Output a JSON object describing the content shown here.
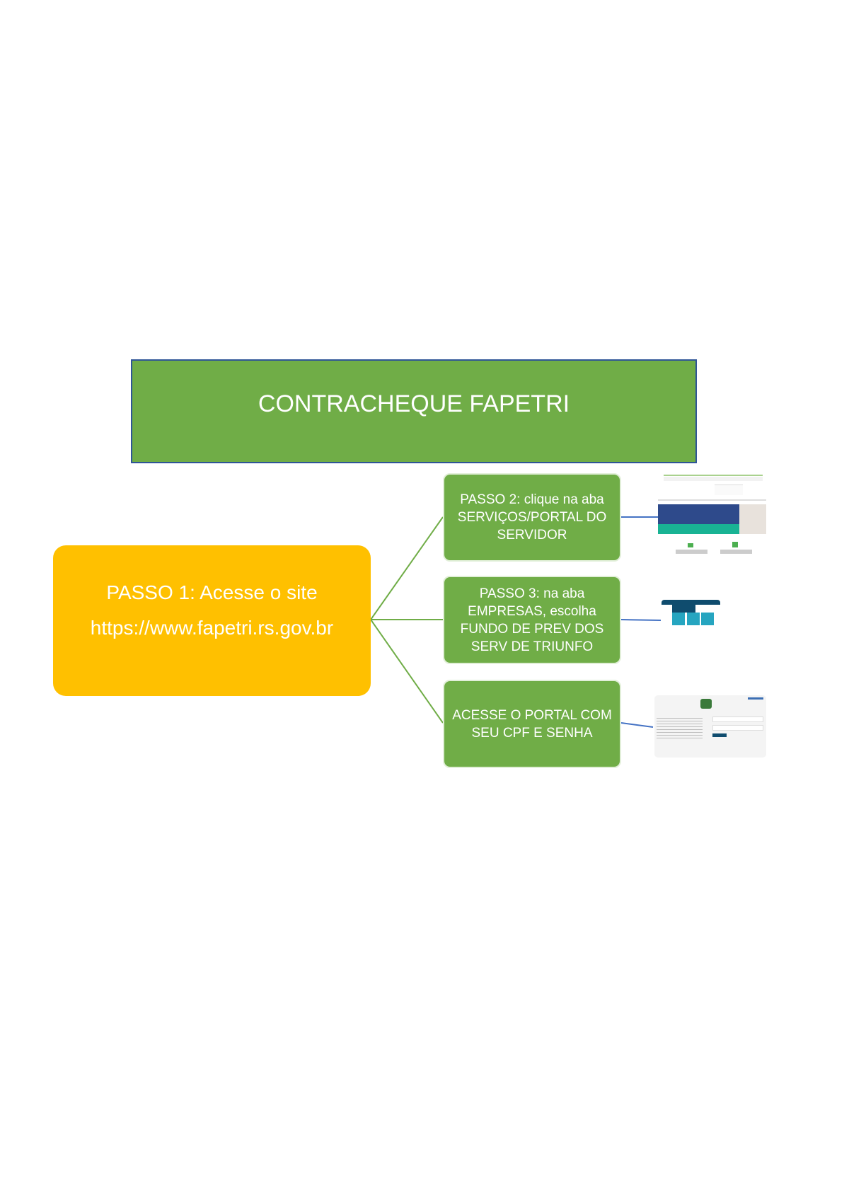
{
  "title": "CONTRACHEQUE FAPETRI",
  "step1": {
    "line1": "PASSO 1: Acesse o site",
    "line2": "https://www.fapetri.rs.gov.br"
  },
  "step2": {
    "text": "PASSO 2: clique na aba SERVIÇOS/PORTAL DO SERVIDOR"
  },
  "step3": {
    "text": "PASSO 3: na aba EMPRESAS, escolha FUNDO DE PREV DOS SERV DE TRIUNFO"
  },
  "step4": {
    "text": "ACESSE O PORTAL COM SEU CPF E SENHA"
  },
  "colors": {
    "green": "#70ad47",
    "yellow": "#ffc000",
    "blue": "#4472c4"
  }
}
